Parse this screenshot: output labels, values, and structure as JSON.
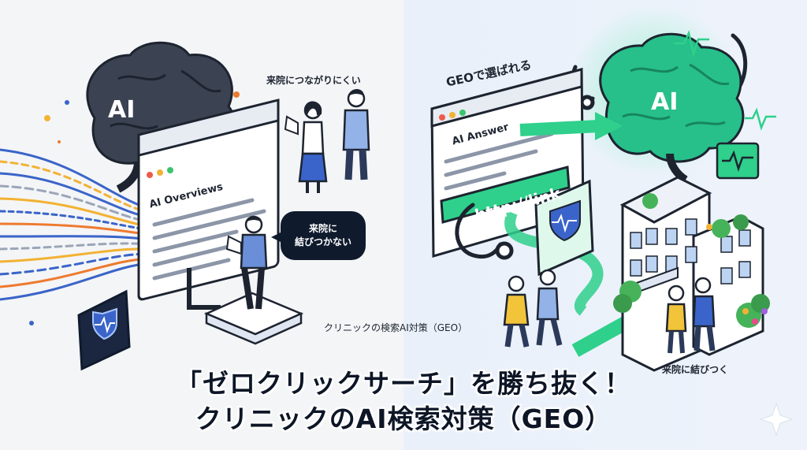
{
  "left_panel": {
    "brain_label": "AI",
    "window_title": "AI Overviews",
    "caption_top": "来院につながりにくい",
    "bubble_line1": "来院に",
    "bubble_line2": "結びつかない"
  },
  "right_panel": {
    "banner": "GEOで選ばれる",
    "window_title": "AI Answer",
    "link_text": "http://link",
    "brain_label": "AI",
    "caption_mid": "クリニックの検索AI対策（GEO）",
    "caption_bottom": "来院に結びつく"
  },
  "headline": {
    "line1": "「ゼロクリックサーチ」を勝ち抜く！",
    "line2": "クリニックのAI検索対策（GEO）"
  },
  "colors": {
    "dark_brain": "#3b4352",
    "green_brain": "#27c08a",
    "accent_green": "#2fd08b",
    "navy": "#0f1b2d",
    "blue_person": "#3a64c9"
  }
}
